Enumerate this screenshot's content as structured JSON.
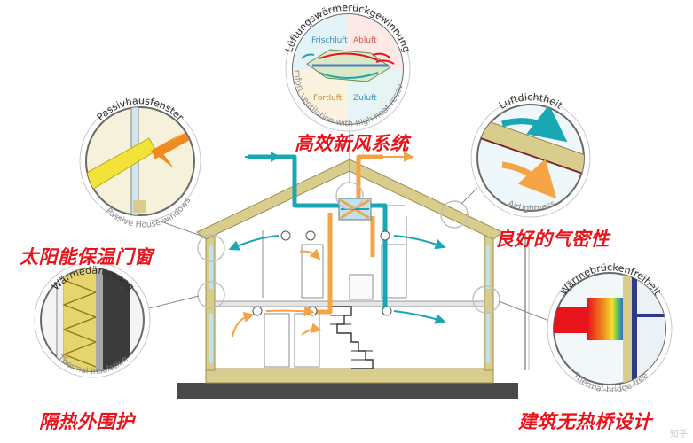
{
  "labels_cn": {
    "ventilation": "高效新风系统",
    "windows": "太阳能保温门窗",
    "airtight": "良好的气密性",
    "insulation": "隔热外围护",
    "thermal_bridge": "建筑无热桥设计"
  },
  "callouts": {
    "ventilation": {
      "title_de": "Lüftungswärmerückgewinnung",
      "subtitle_en": "Comfort ventilation with high heat recovery",
      "frischluft": "Frischluft",
      "abluft": "Abluft",
      "fortluft": "Fortluft",
      "zuluft": "Zuluft"
    },
    "windows": {
      "title_de": "Passivhausfenster",
      "subtitle_en": "Passive House windows"
    },
    "airtight": {
      "title_de": "Luftdichtheit",
      "subtitle_en": "Airtightness"
    },
    "insulation": {
      "title_de": "Wärmedämmung",
      "subtitle_en": "Thermal insulation"
    },
    "thermal_bridge": {
      "title_de": "Wärmebrückenfreiheit",
      "subtitle_en": "Thermal-bridge-free"
    }
  },
  "watermark": "知乎",
  "colors": {
    "accent_red": "#e8141c",
    "fresh_air_teal": "#19a7b3",
    "exhaust_orange": "#f5a445",
    "wall_tan": "#d8cd8c",
    "wall_outline": "#9a8f4e",
    "ground": "#4a4a4a",
    "insulation_yellow": "#ecd53a",
    "glass_blue": "#bfe2ee"
  }
}
